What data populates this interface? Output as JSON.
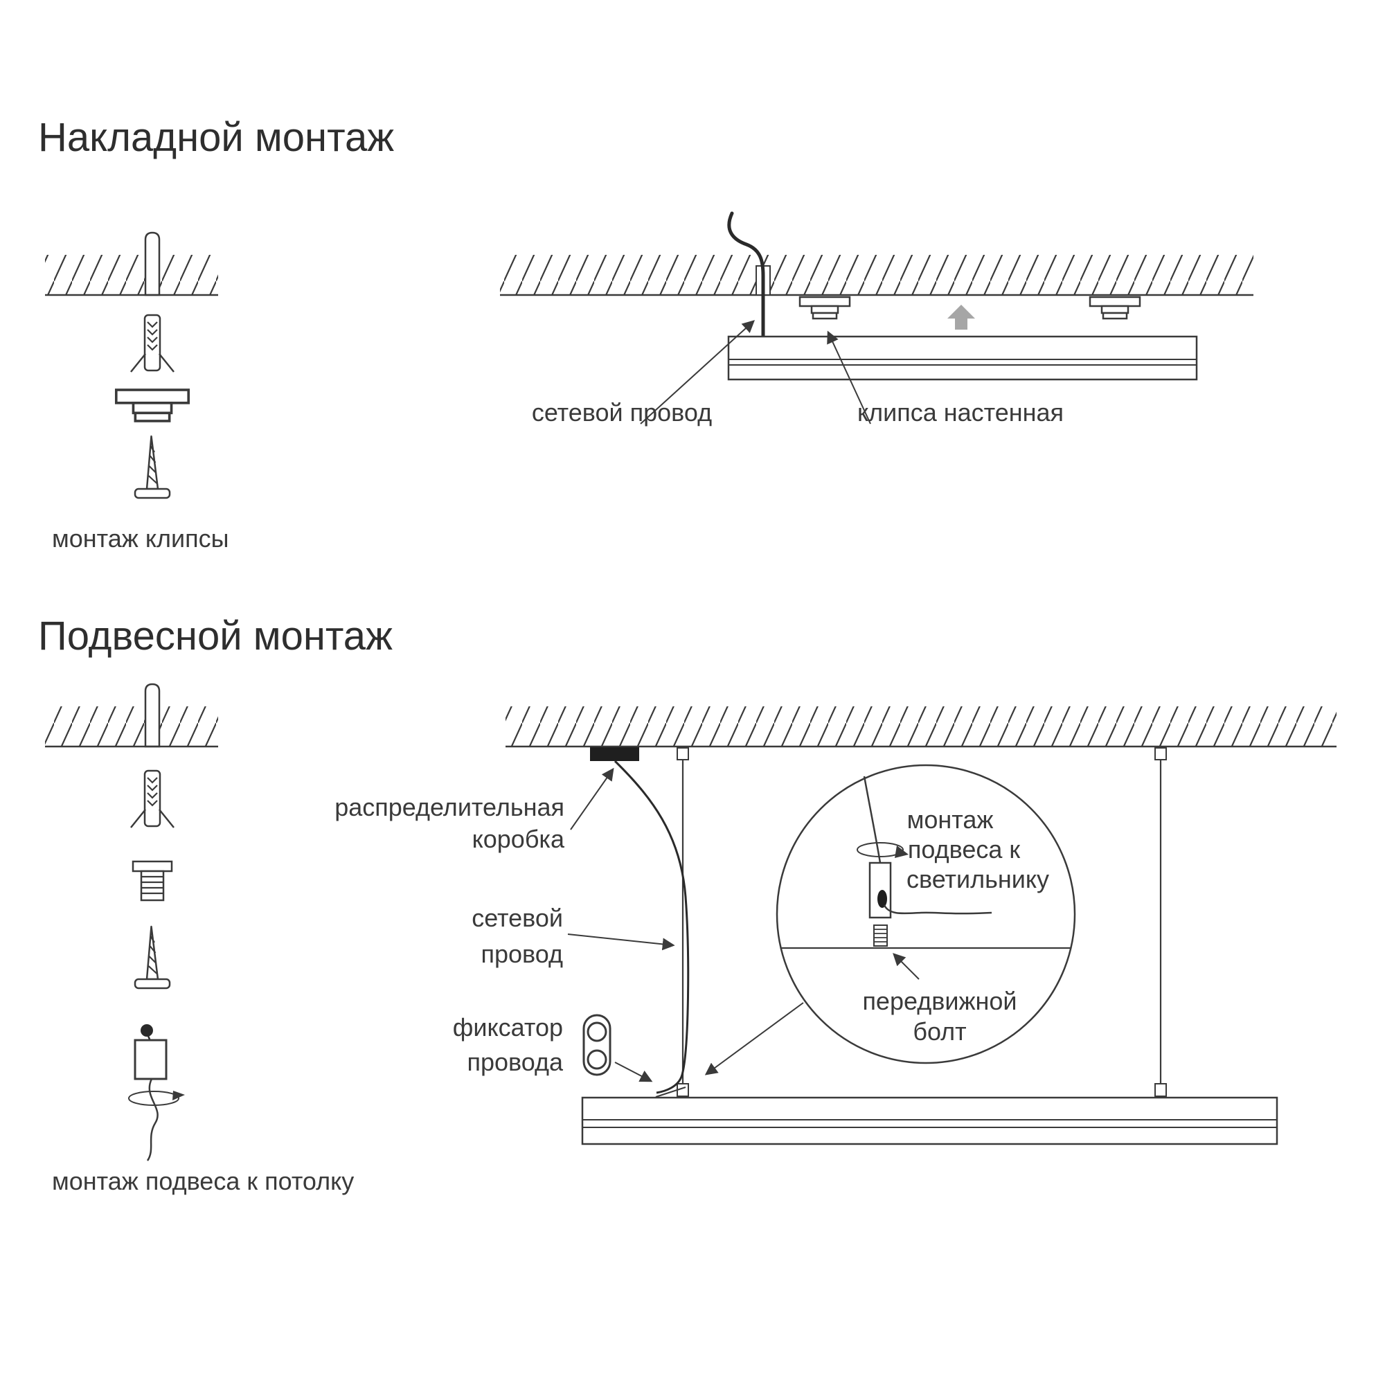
{
  "diagram": {
    "background_color": "#ffffff",
    "stroke_color": "#3a3a3a",
    "wire_color": "#2a2a2a",
    "gray_arrow_color": "#a6a6a6",
    "junction_box_fill": "#1f1f1f"
  },
  "section1": {
    "title": "Накладной монтаж",
    "left_column": {
      "caption": "монтаж клипсы",
      "icons": [
        "drill-hole",
        "wall-anchor",
        "wall-clip",
        "screw"
      ]
    },
    "right_diagram": {
      "label_power_cord": "сетевой провод",
      "label_wall_clip": "клипса настенная",
      "icons": [
        "ceiling-hatch",
        "power-cord",
        "wall-clip",
        "wall-clip",
        "up-arrow",
        "luminaire"
      ]
    }
  },
  "section2": {
    "title": "Подвесной монтаж",
    "left_column": {
      "caption": "монтаж подвеса к потолку",
      "icons": [
        "drill-hole",
        "wall-anchor",
        "threaded-bolt",
        "screw",
        "ceiling-suspension-mount"
      ]
    },
    "right_diagram": {
      "label_junction_box_line1": "распределительная",
      "label_junction_box_line2": "коробка",
      "label_power_cord_line1": "сетевой",
      "label_power_cord_line2": "провод",
      "label_cord_lock_line1": "фиксатор",
      "label_cord_lock_line2": "провода",
      "zoom_label_line1": "монтаж",
      "zoom_label_line2": "подвеса к",
      "zoom_label_line3": "светильнику",
      "label_sliding_bolt_line1": "передвижной",
      "label_sliding_bolt_line2": "болт",
      "icons": [
        "ceiling-hatch",
        "junction-box",
        "suspension-rod",
        "suspension-rod",
        "power-cord",
        "cord-lock",
        "zoom-circle",
        "suspension-connector",
        "sliding-bolt",
        "rotation-arrow",
        "luminaire"
      ]
    }
  }
}
